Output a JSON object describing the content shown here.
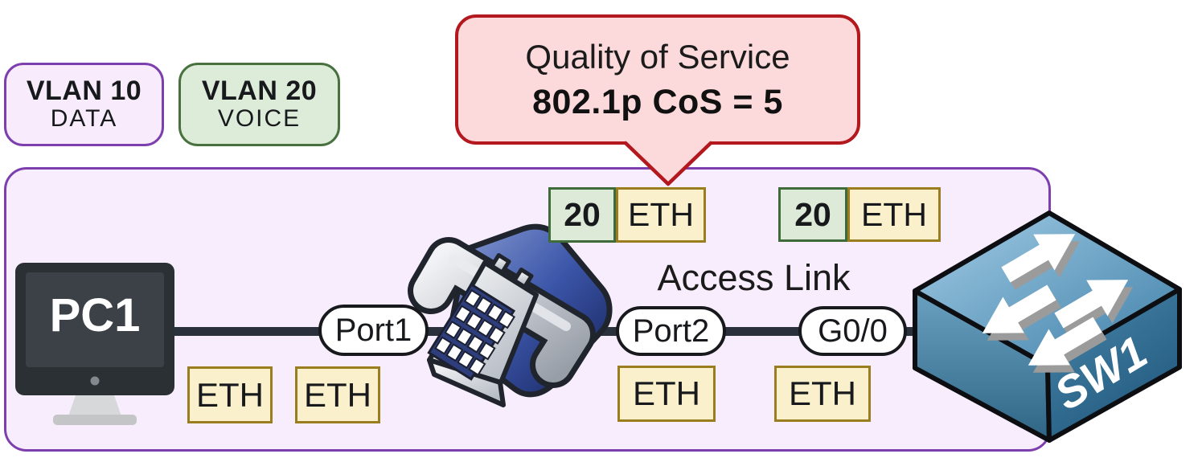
{
  "legend": {
    "vlan10": {
      "name": "VLAN 10",
      "role": "DATA"
    },
    "vlan20": {
      "name": "VLAN 20",
      "role": "VOICE"
    }
  },
  "callout": {
    "title": "Quality of Service",
    "detail": "802.1p CoS = 5"
  },
  "topology": {
    "link_label": "Access Link",
    "pc_label": "PC1",
    "switch_label": "SW1",
    "ports": [
      {
        "label": "Port1"
      },
      {
        "label": "Port2"
      },
      {
        "label": "G0/0"
      }
    ],
    "tagged_frames": [
      {
        "vlan_tag": "20",
        "frame_type": "ETH"
      },
      {
        "vlan_tag": "20",
        "frame_type": "ETH"
      }
    ],
    "untagged_frames": [
      {
        "frame_type": "ETH"
      },
      {
        "frame_type": "ETH"
      },
      {
        "frame_type": "ETH"
      },
      {
        "frame_type": "ETH"
      }
    ]
  },
  "colors": {
    "board_fill": "#f8edfc",
    "board_border": "#7d3fae",
    "vlan10_fill": "#f8ecfc",
    "vlan10_border": "#7d3fae",
    "vlan20_fill": "#ddecd8",
    "vlan20_border": "#49713f",
    "callout_fill": "#fcd9db",
    "callout_border": "#b2181d",
    "eth_frame_fill": "#faf0cb",
    "eth_frame_border": "#9a7d1f",
    "vlan_frame_fill": "#dcead7",
    "vlan_frame_border": "#3f6b3a",
    "link_color": "#2b313c",
    "switch_blue": "#4180a8",
    "phone_blue": "#2c48a0"
  }
}
